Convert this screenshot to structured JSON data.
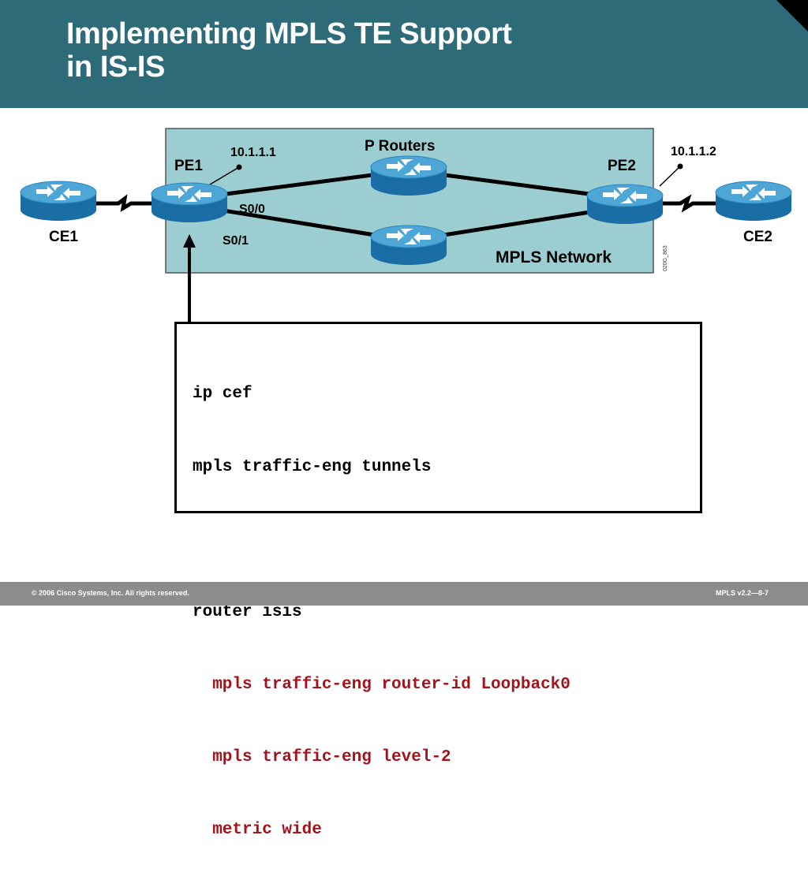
{
  "title": {
    "line1": "Implementing MPLS TE Support",
    "line2": "in IS-IS"
  },
  "diagram": {
    "network_label": "MPLS Network",
    "p_routers_label": "P Routers",
    "pe1": {
      "label": "PE1",
      "ip": "10.1.1.1",
      "if0": "S0/0",
      "if1": "S0/1"
    },
    "pe2": {
      "label": "PE2",
      "ip": "10.1.1.2"
    },
    "ce1": {
      "label": "CE1"
    },
    "ce2": {
      "label": "CE2"
    },
    "figure_id": "020G_863",
    "colors": {
      "network_bg": "#9ccdd0",
      "router_top": "#4da6d6",
      "router_side": "#1a6ea5"
    }
  },
  "config": {
    "lines": [
      {
        "text": "ip cef",
        "style": "dark"
      },
      {
        "text": "mpls traffic-eng tunnels",
        "style": "dark"
      },
      {
        "text": "",
        "style": "dark"
      },
      {
        "text": "router isis",
        "style": "dark"
      },
      {
        "text": "  mpls traffic-eng router-id Loopback0",
        "style": "red"
      },
      {
        "text": "  mpls traffic-eng level-2",
        "style": "red"
      },
      {
        "text": "  metric wide",
        "style": "red"
      }
    ]
  },
  "footer": {
    "copyright": "© 2006 Cisco Systems, Inc. All rights reserved.",
    "course": "MPLS v2.2—8-7"
  }
}
